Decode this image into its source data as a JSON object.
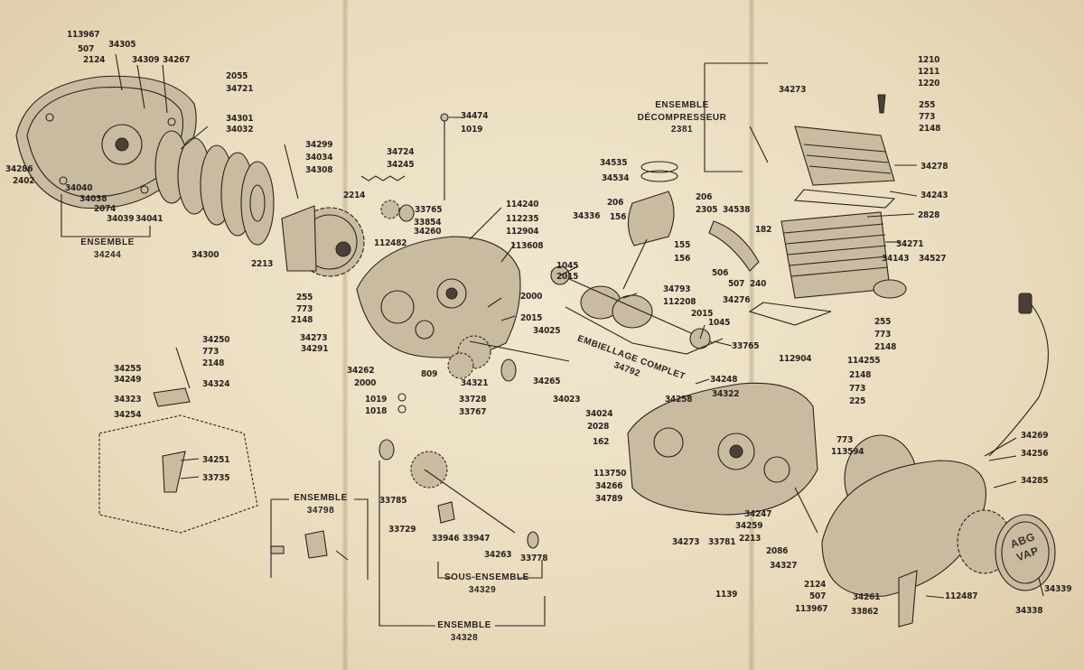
{
  "labels": [
    {
      "id": "113967a",
      "text": "113967"
    },
    {
      "id": "507a",
      "text": "507"
    },
    {
      "id": "2124a",
      "text": "2124"
    },
    {
      "id": "34305",
      "text": "34305"
    },
    {
      "id": "34309",
      "text": "34309"
    },
    {
      "id": "34267",
      "text": "34267"
    },
    {
      "id": "2055",
      "text": "2055"
    },
    {
      "id": "34721",
      "text": "34721"
    },
    {
      "id": "34301",
      "text": "34301"
    },
    {
      "id": "34032",
      "text": "34032"
    },
    {
      "id": "34299",
      "text": "34299"
    },
    {
      "id": "34034",
      "text": "34034"
    },
    {
      "id": "34308",
      "text": "34308"
    },
    {
      "id": "34286",
      "text": "34286"
    },
    {
      "id": "2402",
      "text": "2402"
    },
    {
      "id": "34040",
      "text": "34040"
    },
    {
      "id": "34038",
      "text": "34038"
    },
    {
      "id": "2074",
      "text": "2074"
    },
    {
      "id": "34039",
      "text": "34039"
    },
    {
      "id": "34041",
      "text": "34041"
    },
    {
      "id": "34300",
      "text": "34300"
    },
    {
      "id": "2213a",
      "text": "2213"
    },
    {
      "id": "34474",
      "text": "34474"
    },
    {
      "id": "1019a",
      "text": "1019"
    },
    {
      "id": "34724",
      "text": "34724"
    },
    {
      "id": "34245",
      "text": "34245"
    },
    {
      "id": "2214",
      "text": "2214"
    },
    {
      "id": "33765a",
      "text": "33765"
    },
    {
      "id": "34260",
      "text": "34260"
    },
    {
      "id": "114240",
      "text": "114240"
    },
    {
      "id": "33854",
      "text": "33854"
    },
    {
      "id": "112235",
      "text": "112235"
    },
    {
      "id": "112904a",
      "text": "112904"
    },
    {
      "id": "112482",
      "text": "112482"
    },
    {
      "id": "113608",
      "text": "113608"
    },
    {
      "id": "255a",
      "text": "255"
    },
    {
      "id": "773a",
      "text": "773"
    },
    {
      "id": "2148a",
      "text": "2148"
    },
    {
      "id": "2000a",
      "text": "2000"
    },
    {
      "id": "2015a",
      "text": "2015"
    },
    {
      "id": "34025",
      "text": "34025"
    },
    {
      "id": "34273a",
      "text": "34273"
    },
    {
      "id": "34291",
      "text": "34291"
    },
    {
      "id": "34262",
      "text": "34262"
    },
    {
      "id": "2000b",
      "text": "2000"
    },
    {
      "id": "809",
      "text": "809"
    },
    {
      "id": "34321",
      "text": "34321"
    },
    {
      "id": "33728",
      "text": "33728"
    },
    {
      "id": "33767",
      "text": "33767"
    },
    {
      "id": "34265",
      "text": "34265"
    },
    {
      "id": "1019b",
      "text": "1019"
    },
    {
      "id": "1018",
      "text": "1018"
    },
    {
      "id": "34535",
      "text": "34535"
    },
    {
      "id": "34534",
      "text": "34534"
    },
    {
      "id": "206a",
      "text": "206"
    },
    {
      "id": "206b",
      "text": "206"
    },
    {
      "id": "156a",
      "text": "156"
    },
    {
      "id": "34336",
      "text": "34336"
    },
    {
      "id": "155",
      "text": "155"
    },
    {
      "id": "156b",
      "text": "156"
    },
    {
      "id": "1045a",
      "text": "1045"
    },
    {
      "id": "2015b",
      "text": "2015"
    },
    {
      "id": "34793",
      "text": "34793"
    },
    {
      "id": "112208",
      "text": "112208"
    },
    {
      "id": "2015c",
      "text": "2015"
    },
    {
      "id": "1045b",
      "text": "1045"
    },
    {
      "id": "33765b",
      "text": "33765"
    },
    {
      "id": "34273b",
      "text": "34273"
    },
    {
      "id": "1210",
      "text": "1210"
    },
    {
      "id": "1211",
      "text": "1211"
    },
    {
      "id": "1220",
      "text": "1220"
    },
    {
      "id": "255b",
      "text": "255"
    },
    {
      "id": "773b",
      "text": "773"
    },
    {
      "id": "2148b",
      "text": "2148"
    },
    {
      "id": "34278",
      "text": "34278"
    },
    {
      "id": "34243",
      "text": "34243"
    },
    {
      "id": "2305",
      "text": "2305"
    },
    {
      "id": "34538",
      "text": "34538"
    },
    {
      "id": "2828",
      "text": "2828"
    },
    {
      "id": "182",
      "text": "182"
    },
    {
      "id": "34271",
      "text": "34271"
    },
    {
      "id": "506",
      "text": "506"
    },
    {
      "id": "507b",
      "text": "507"
    },
    {
      "id": "240",
      "text": "240"
    },
    {
      "id": "34143",
      "text": "34143"
    },
    {
      "id": "34527",
      "text": "34527"
    },
    {
      "id": "34276",
      "text": "34276"
    },
    {
      "id": "255c",
      "text": "255"
    },
    {
      "id": "773c",
      "text": "773"
    },
    {
      "id": "2148c",
      "text": "2148"
    },
    {
      "id": "34250",
      "text": "34250"
    },
    {
      "id": "773d",
      "text": "773"
    },
    {
      "id": "2148d",
      "text": "2148"
    },
    {
      "id": "34255",
      "text": "34255"
    },
    {
      "id": "34249",
      "text": "34249"
    },
    {
      "id": "34324",
      "text": "34324"
    },
    {
      "id": "34323",
      "text": "34323"
    },
    {
      "id": "34254",
      "text": "34254"
    },
    {
      "id": "34251",
      "text": "34251"
    },
    {
      "id": "33735",
      "text": "33735"
    },
    {
      "id": "34023",
      "text": "34023"
    },
    {
      "id": "34024",
      "text": "34024"
    },
    {
      "id": "2028",
      "text": "2028"
    },
    {
      "id": "162",
      "text": "162"
    },
    {
      "id": "34258",
      "text": "34258"
    },
    {
      "id": "34248",
      "text": "34248"
    },
    {
      "id": "34322",
      "text": "34322"
    },
    {
      "id": "112904b",
      "text": "112904"
    },
    {
      "id": "114255",
      "text": "114255"
    },
    {
      "id": "2148e",
      "text": "2148"
    },
    {
      "id": "773e",
      "text": "773"
    },
    {
      "id": "225",
      "text": "225"
    },
    {
      "id": "773f",
      "text": "773"
    },
    {
      "id": "113594",
      "text": "113594"
    },
    {
      "id": "113750",
      "text": "113750"
    },
    {
      "id": "34266",
      "text": "34266"
    },
    {
      "id": "34789",
      "text": "34789"
    },
    {
      "id": "34273c",
      "text": "34273"
    },
    {
      "id": "33781",
      "text": "33781"
    },
    {
      "id": "34247",
      "text": "34247"
    },
    {
      "id": "34259",
      "text": "34259"
    },
    {
      "id": "2213b",
      "text": "2213"
    },
    {
      "id": "2086",
      "text": "2086"
    },
    {
      "id": "34327",
      "text": "34327"
    },
    {
      "id": "34269",
      "text": "34269"
    },
    {
      "id": "34256",
      "text": "34256"
    },
    {
      "id": "34285",
      "text": "34285"
    },
    {
      "id": "33785",
      "text": "33785"
    },
    {
      "id": "33729",
      "text": "33729"
    },
    {
      "id": "33946",
      "text": "33946"
    },
    {
      "id": "33947",
      "text": "33947"
    },
    {
      "id": "34263",
      "text": "34263"
    },
    {
      "id": "33778",
      "text": "33778"
    },
    {
      "id": "1139",
      "text": "1139"
    },
    {
      "id": "2124b",
      "text": "2124"
    },
    {
      "id": "507c",
      "text": "507"
    },
    {
      "id": "113967b",
      "text": "113967"
    },
    {
      "id": "34261",
      "text": "34261"
    },
    {
      "id": "33862",
      "text": "33862"
    },
    {
      "id": "112487",
      "text": "112487"
    },
    {
      "id": "34338",
      "text": "34338"
    },
    {
      "id": "34339",
      "text": "34339"
    }
  ],
  "groups": {
    "ensemble_34244": {
      "title": "ENSEMBLE",
      "number": "34244"
    },
    "ensemble_decompresseur": {
      "line1": "ENSEMBLE",
      "line2": "DÉCOMPRESSEUR",
      "number": "2381"
    },
    "embiellage": {
      "title": "EMBIELLAGE COMPLET",
      "number": "34792"
    },
    "ensemble_34798": {
      "title": "ENSEMBLE",
      "number": "34798"
    },
    "sous_ensemble_34329": {
      "title": "SOUS-ENSEMBLE",
      "number": "34329"
    },
    "ensemble_34328": {
      "title": "ENSEMBLE",
      "number": "34328"
    }
  },
  "cover_text": {
    "line1": "ABG",
    "line2": "VAP"
  }
}
